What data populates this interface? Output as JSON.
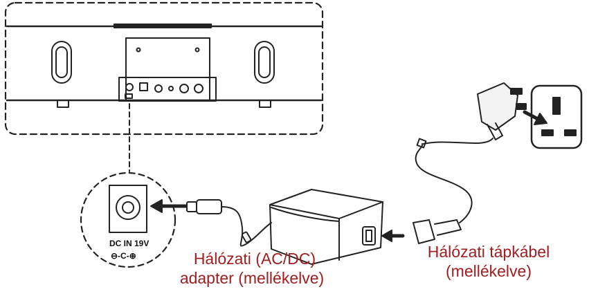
{
  "labels": {
    "adapter_line1": "Hálózati (AC/DC)",
    "adapter_line2": "adapter (mellékelve)",
    "cable_line1": "Hálózati tápkábel",
    "cable_line2": "(mellékelve)"
  },
  "port": {
    "dc_in": "DC IN 19V",
    "polarity_symbol": "⊖-C-⊕"
  },
  "colors": {
    "label_text": "#a01d21",
    "line_art": "#222222"
  }
}
